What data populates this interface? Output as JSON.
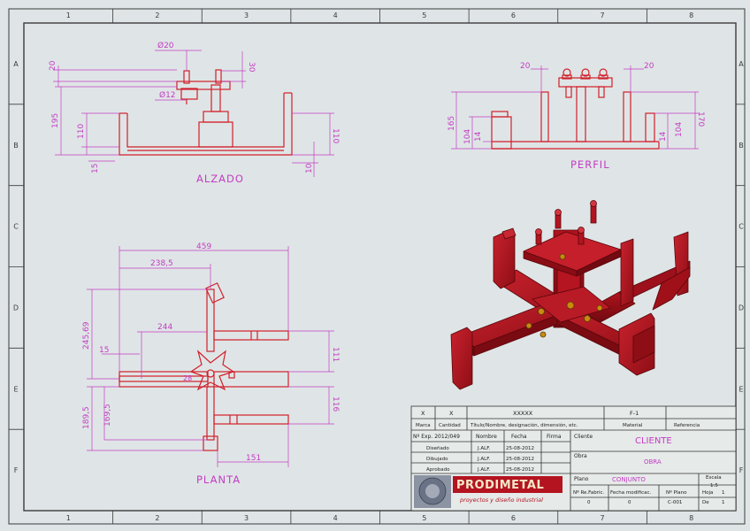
{
  "border": {
    "columns": [
      "1",
      "2",
      "3",
      "4",
      "5",
      "6",
      "7",
      "8"
    ],
    "rows": [
      "A",
      "B",
      "C",
      "D",
      "E",
      "F"
    ]
  },
  "views": {
    "front": {
      "label": "ALZADO",
      "dims": {
        "d1": "Ø20",
        "d2": "30",
        "d3": "20",
        "d4": "Ø12",
        "d5": "195",
        "d6": "110",
        "d7": "15",
        "d8": "110",
        "d9": "10"
      }
    },
    "side": {
      "label": "PERFIL",
      "dims": {
        "d1": "20",
        "d2": "20",
        "d3": "165",
        "d4": "14",
        "d5": "104",
        "d6": "14",
        "d7": "104",
        "d8": "170"
      }
    },
    "top": {
      "label": "PLANTA",
      "dims": {
        "d1": "459",
        "d2": "238,5",
        "d3": "245,69",
        "d4": "244",
        "d5": "15",
        "d6": "111",
        "d7": "189,5",
        "d8": "169,5",
        "d9": "116",
        "d10": "151",
        "d11": "28"
      }
    }
  },
  "title_block": {
    "header": {
      "c1": "X",
      "c2": "X",
      "c3": "XXXXX",
      "c4": "F-1"
    },
    "labels": {
      "marca": "Marca",
      "cantidad": "Cantidad",
      "description": "Título/Nombre, designación, dimensión, etc.",
      "material": "Material",
      "referencia": "Referencia"
    },
    "dibujo": {
      "expediente": "Nº Exp. 2012/049",
      "nombre": "Nombre",
      "fecha": "Fecha",
      "firma": "Firma"
    },
    "rows": [
      {
        "role": "Diseñado",
        "name": "J.ALF.",
        "date": "25-08-2012"
      },
      {
        "role": "Dibujado",
        "name": "J.ALF.",
        "date": "25-08-2012"
      },
      {
        "role": "Aprobado",
        "name": "J.ALF.",
        "date": "25-08-2012"
      }
    ],
    "cliente_label": "Cliente",
    "cliente": "CLIENTE",
    "obra_label": "Obra",
    "obra": "OBRA",
    "plano_label": "Plano",
    "plano": "CONJUNTO",
    "escala_label": "Escala",
    "escala": "1:5",
    "logo_text": "PRODIMETAL",
    "logo_sub": "proyectos y diseño industrial",
    "footer": {
      "ref_label": "Nº Re.Fabric.",
      "ref_val": "0",
      "mod_label": "Fecha modificac.",
      "mod_val": "0",
      "plano_label": "Nº Plano",
      "plano_val": "C-001",
      "hoja_label": "Hoja",
      "hoja_val": "1",
      "de_label": "De",
      "de_val": "1"
    }
  },
  "colors": {
    "drawing": "#d21e2a",
    "dimension": "#c43cc4",
    "paper": "#dfe5e6",
    "frame": "#333333",
    "model": "#a8101c"
  }
}
